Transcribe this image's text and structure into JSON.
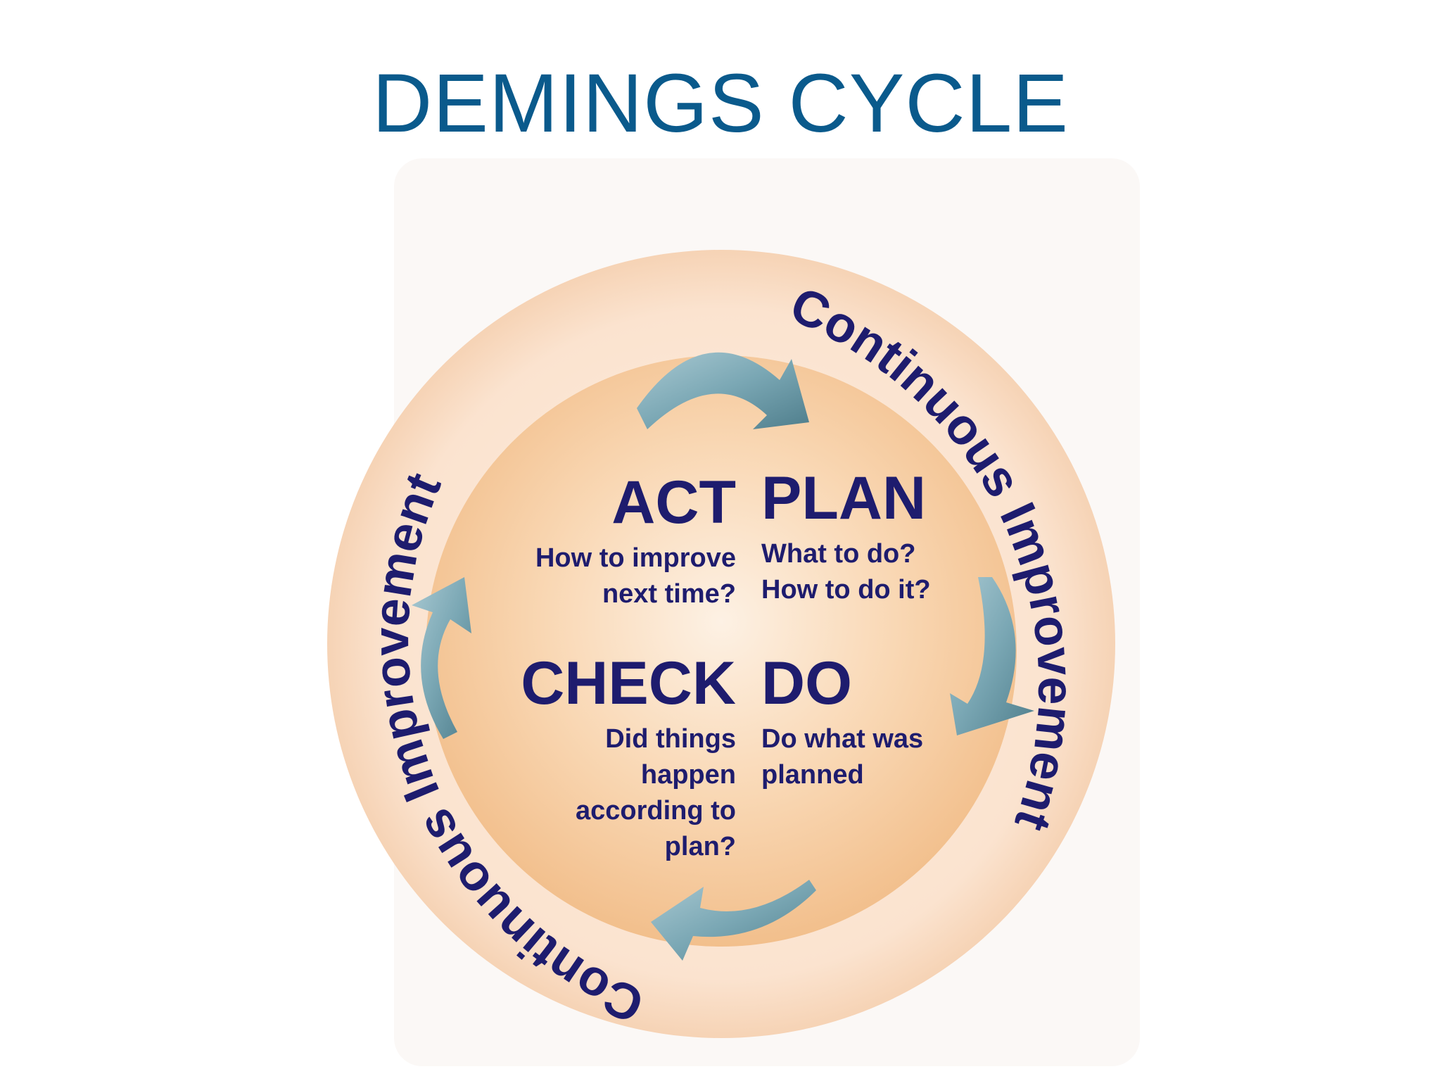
{
  "title": "DEMINGS CYCLE",
  "ring_text": {
    "top_right": "Continuous Improvement",
    "bottom_left": "Continuous Improvement"
  },
  "phases": {
    "act": {
      "label": "ACT",
      "description": "How to improve\nnext time?"
    },
    "plan": {
      "label": "PLAN",
      "description": "What to do?\nHow to do it?"
    },
    "check": {
      "label": "CHECK",
      "description": "Did things\nhappen\naccording to\nplan?"
    },
    "do": {
      "label": "DO",
      "description": "Do what was\nplanned"
    }
  },
  "colors": {
    "title": "#0a5a8c",
    "text": "#1e1c6e",
    "inner_disc": "#f8cfa6",
    "outer_ring": "#fbe3cf",
    "arrow": "#7aa7b4"
  },
  "arrows": [
    "arrow-act-to-plan",
    "arrow-plan-to-do",
    "arrow-do-to-check",
    "arrow-check-to-act"
  ]
}
